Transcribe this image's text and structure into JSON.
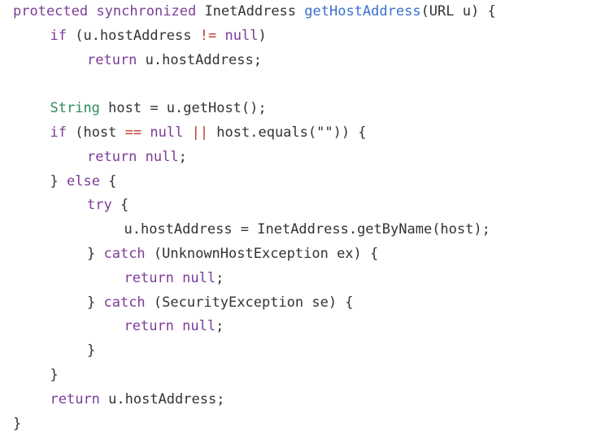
{
  "colors": {
    "background": "#ffffff",
    "plain": "#333333",
    "keyword": "#7d3c98",
    "function": "#3b6fcf",
    "type": "#2e8b57",
    "operator": "#c0392b"
  },
  "lines": [
    {
      "indent": 0,
      "tokens": [
        {
          "t": "protected",
          "c": "kw"
        },
        {
          "t": " ",
          "c": "pl"
        },
        {
          "t": "synchronized",
          "c": "kw"
        },
        {
          "t": " InetAddress ",
          "c": "pl"
        },
        {
          "t": "getHostAddress",
          "c": "fn"
        },
        {
          "t": "(URL u) {",
          "c": "pl"
        }
      ]
    },
    {
      "indent": 1,
      "tokens": [
        {
          "t": "if",
          "c": "kw"
        },
        {
          "t": " (u.hostAddress ",
          "c": "pl"
        },
        {
          "t": "!=",
          "c": "op"
        },
        {
          "t": " ",
          "c": "pl"
        },
        {
          "t": "null",
          "c": "kw"
        },
        {
          "t": ")",
          "c": "pl"
        }
      ]
    },
    {
      "indent": 2,
      "tokens": [
        {
          "t": "return",
          "c": "kw"
        },
        {
          "t": " u.hostAddress;",
          "c": "pl"
        }
      ]
    },
    {
      "indent": 0,
      "tokens": []
    },
    {
      "indent": 1,
      "tokens": [
        {
          "t": "String",
          "c": "ty"
        },
        {
          "t": " host = u.getHost();",
          "c": "pl"
        }
      ]
    },
    {
      "indent": 1,
      "tokens": [
        {
          "t": "if",
          "c": "kw"
        },
        {
          "t": " (host ",
          "c": "pl"
        },
        {
          "t": "==",
          "c": "op"
        },
        {
          "t": " ",
          "c": "pl"
        },
        {
          "t": "null",
          "c": "kw"
        },
        {
          "t": " ",
          "c": "pl"
        },
        {
          "t": "||",
          "c": "op"
        },
        {
          "t": " host.equals(\"\")) {",
          "c": "pl"
        }
      ]
    },
    {
      "indent": 2,
      "tokens": [
        {
          "t": "return",
          "c": "kw"
        },
        {
          "t": " ",
          "c": "pl"
        },
        {
          "t": "null",
          "c": "kw"
        },
        {
          "t": ";",
          "c": "pl"
        }
      ]
    },
    {
      "indent": 1,
      "tokens": [
        {
          "t": "} ",
          "c": "pl"
        },
        {
          "t": "else",
          "c": "kw"
        },
        {
          "t": " {",
          "c": "pl"
        }
      ]
    },
    {
      "indent": 2,
      "tokens": [
        {
          "t": "try",
          "c": "kw"
        },
        {
          "t": " {",
          "c": "pl"
        }
      ]
    },
    {
      "indent": 3,
      "tokens": [
        {
          "t": "u.hostAddress = InetAddress.getByName(host);",
          "c": "pl"
        }
      ]
    },
    {
      "indent": 2,
      "tokens": [
        {
          "t": "} ",
          "c": "pl"
        },
        {
          "t": "catch",
          "c": "kw"
        },
        {
          "t": " (UnknownHostException ex) {",
          "c": "pl"
        }
      ]
    },
    {
      "indent": 3,
      "tokens": [
        {
          "t": "return",
          "c": "kw"
        },
        {
          "t": " ",
          "c": "pl"
        },
        {
          "t": "null",
          "c": "kw"
        },
        {
          "t": ";",
          "c": "pl"
        }
      ]
    },
    {
      "indent": 2,
      "tokens": [
        {
          "t": "} ",
          "c": "pl"
        },
        {
          "t": "catch",
          "c": "kw"
        },
        {
          "t": " (SecurityException se) {",
          "c": "pl"
        }
      ]
    },
    {
      "indent": 3,
      "tokens": [
        {
          "t": "return",
          "c": "kw"
        },
        {
          "t": " ",
          "c": "pl"
        },
        {
          "t": "null",
          "c": "kw"
        },
        {
          "t": ";",
          "c": "pl"
        }
      ]
    },
    {
      "indent": 2,
      "tokens": [
        {
          "t": "}",
          "c": "pl"
        }
      ]
    },
    {
      "indent": 1,
      "tokens": [
        {
          "t": "}",
          "c": "pl"
        }
      ]
    },
    {
      "indent": 1,
      "tokens": [
        {
          "t": "return",
          "c": "kw"
        },
        {
          "t": " u.hostAddress;",
          "c": "pl"
        }
      ]
    },
    {
      "indent": 0,
      "tokens": [
        {
          "t": "}",
          "c": "pl"
        }
      ]
    }
  ]
}
